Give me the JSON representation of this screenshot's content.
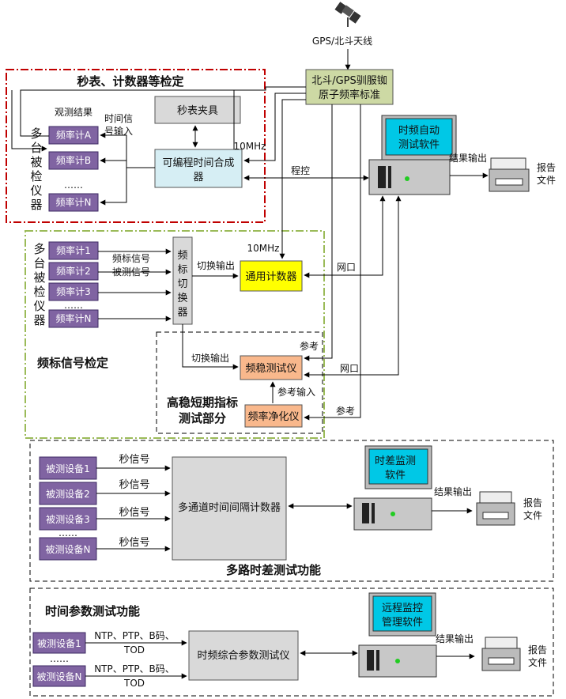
{
  "antenna": "GPS/北斗天线",
  "reference": [
    "北斗/GPS驯服铷",
    "原子频率标准"
  ],
  "sec1": {
    "title": "秒表、计数器等检定",
    "observe": "观测结果",
    "time_in": [
      "时间信",
      "号输入"
    ],
    "instruments": [
      "多",
      "台",
      "被",
      "检",
      "仪",
      "器"
    ],
    "counters": [
      "频率计A",
      "频率计B",
      "频率计N"
    ],
    "dots": "……",
    "fixture": "秒表夹具",
    "synth": [
      "可编程时间合成",
      "器"
    ],
    "ten_mhz": "10MHz",
    "progctl": "程控"
  },
  "pc_software": {
    "auto_test": [
      "时频自动",
      "测试软件"
    ],
    "diff_monitor": [
      "时差监测",
      "软件"
    ],
    "remote": [
      "远程监控",
      "管理软件"
    ]
  },
  "result_out": "结果输出",
  "report": [
    "报告",
    "文件"
  ],
  "sec2": {
    "instruments": [
      "多",
      "台",
      "被",
      "检",
      "仪",
      "器"
    ],
    "counters": [
      "频率计1",
      "频率计2",
      "频率计3",
      "频率计N"
    ],
    "dots": "……",
    "sig1": "频标信号",
    "sig2": "被测信号",
    "switch": [
      "频",
      "标",
      "切",
      "换",
      "器"
    ],
    "switch_out": "切换输出",
    "ten_mhz": "10MHz",
    "counter": "通用计数器",
    "netport": "网口",
    "label": "频标信号检定",
    "ref": "参考",
    "stability": "频稳测试仪",
    "ref_in": "参考输入",
    "purifier": "频率净化仪",
    "short_term": [
      "高稳短期指标",
      "测试部分"
    ]
  },
  "sec3": {
    "devices": [
      "被测设备1",
      "被测设备2",
      "被测设备3",
      "被测设备N"
    ],
    "dots": "……",
    "sec_signal": "秒信号",
    "tic": "多通道时间间隔计数器",
    "label": "多路时差测试功能"
  },
  "sec4": {
    "title": "时间参数测试功能",
    "devices": [
      "被测设备1",
      "被测设备N"
    ],
    "dots": "……",
    "proto": [
      "NTP、PTP、B码、",
      "TOD"
    ],
    "tester": "时频综合参数测试仪"
  }
}
